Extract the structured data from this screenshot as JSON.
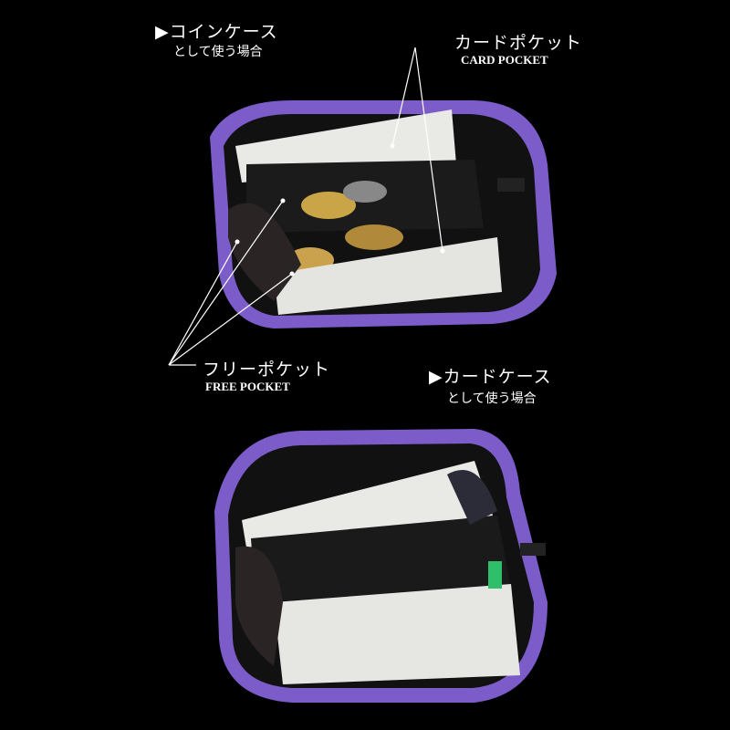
{
  "annotations": {
    "coin_case": {
      "title": "▶コインケース",
      "subtitle": "として使う場合"
    },
    "card_pocket": {
      "title": "カードポケット",
      "subtitle": "CARD POCKET"
    },
    "free_pocket": {
      "title": "フリーポケット",
      "subtitle": "FREE POCKET"
    },
    "card_case": {
      "title": "▶カードケース",
      "subtitle": "として使う場合"
    }
  },
  "colors": {
    "background": "#000000",
    "zipper": "#7b5cc9",
    "leather": "#141414",
    "card": "#e9e9e6",
    "accent": "#2fbf6a"
  }
}
